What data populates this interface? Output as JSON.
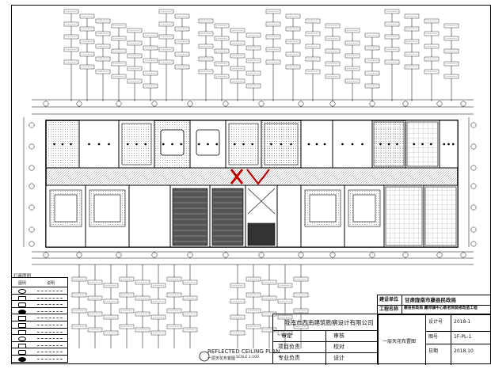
{
  "legend": {
    "title": "灯具图例",
    "col_symbol": "图例",
    "col_desc": "说明"
  },
  "plan_caption": {
    "cn": "一层天花布置图",
    "en": "REFLECTED CEILING PLAN",
    "scale": "SCALE 1:100"
  },
  "title_block": {
    "company": "陇南市西南建筑勘察设计有限公司",
    "roles": [
      "审定",
      "项目负责",
      "专业负责"
    ],
    "roles_right": [
      "审核",
      "校对",
      "设计"
    ],
    "owner_label": "建设单位",
    "owner_value": "甘肃陇南市康县民政局",
    "project_label": "工程名称",
    "project_value": "康县民政局 藏邦镇中心敬老院装修改造工程",
    "drawing_name": "一层天花布置图",
    "meta": [
      {
        "label": "设计号",
        "value": "2018-1"
      },
      {
        "label": "图号",
        "value": "1F-PL-1"
      },
      {
        "label": "日期",
        "value": "2018.10"
      }
    ]
  },
  "colors": {
    "line": "#000000",
    "accent_red": "#c00000",
    "hatch": "#777777"
  }
}
